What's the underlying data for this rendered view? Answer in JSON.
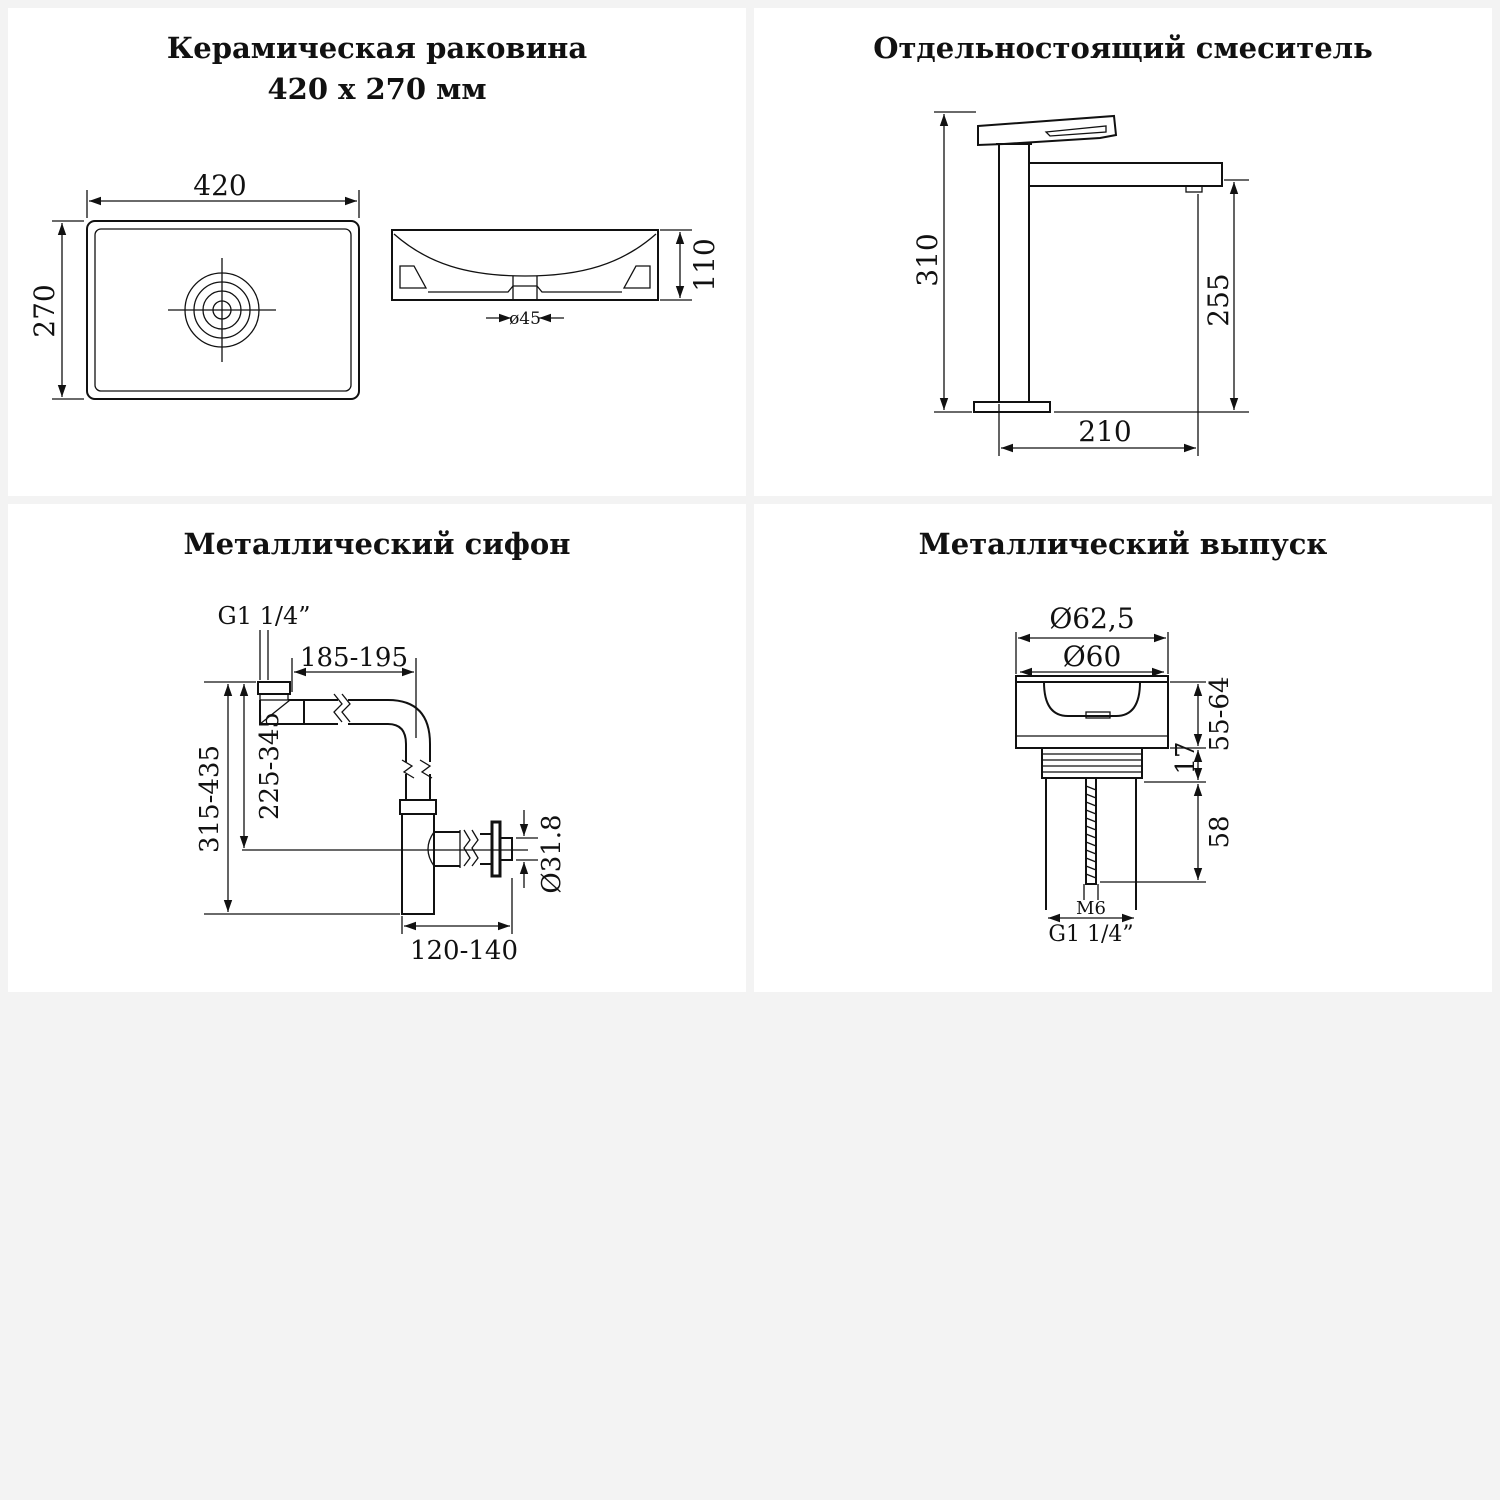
{
  "panels": {
    "sink": {
      "title_line1": "Керамическая раковина",
      "title_line2": "420 х 270 мм",
      "dim_width": "420",
      "dim_depth": "270",
      "dim_height": "110",
      "dim_drain": "ø45"
    },
    "mixer": {
      "title": "Отдельностоящий смеситель",
      "dim_total_height": "310",
      "dim_spout_height": "255",
      "dim_spout_reach": "210"
    },
    "siphon": {
      "title": "Металлический сифон",
      "dim_thread": "G1 1/4”",
      "dim_length": "185-195",
      "dim_total_height": "315-435",
      "dim_inlet_height": "225-345",
      "dim_outlet_diameter": "Ø31.8",
      "dim_outlet_depth": "120-140"
    },
    "drain": {
      "title": "Металлический выпуск",
      "dim_outer_diameter": "Ø62,5",
      "dim_inner_diameter": "Ø60",
      "dim_range": "55-64",
      "dim_collar": "17",
      "dim_thread_length": "58",
      "dim_bolt": "M6",
      "dim_thread": "G1 1/4”"
    }
  }
}
